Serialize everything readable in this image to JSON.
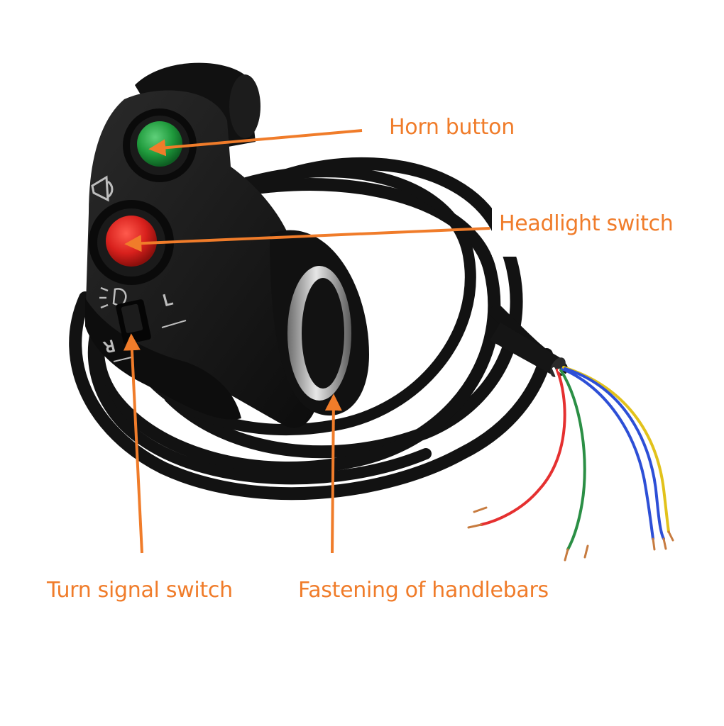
{
  "colors": {
    "label": "#f07c2a",
    "arrow": "#f07c2a",
    "body": "#141414",
    "horn_button": "#1f9a3c",
    "headlight_button": "#d8201c"
  },
  "labels": {
    "horn": "Horn button",
    "headlight": "Headlight switch",
    "turn": "Turn signal switch",
    "fastening": "Fastening of handlebars"
  },
  "switch_marks": {
    "left": "L",
    "right": "R"
  },
  "icons": [
    "horn-icon",
    "headlight-icon"
  ]
}
